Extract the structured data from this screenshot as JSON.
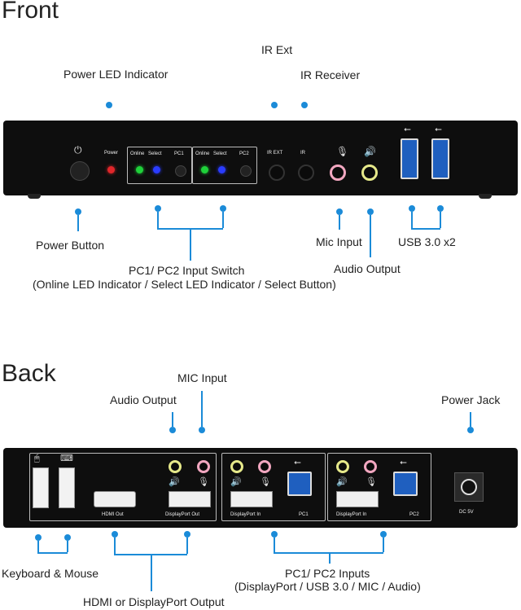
{
  "front": {
    "title": "Front",
    "labels": {
      "power_led": "Power LED Indicator",
      "ir_ext": "IR Ext",
      "ir_receiver": "IR Receiver",
      "power_button": "Power Button",
      "mic_input": "Mic Input",
      "usb": "USB 3.0 x2",
      "audio_output": "Audio Output",
      "switch_line1": "PC1/ PC2 Input Switch",
      "switch_line2": "(Online LED Indicator / Select LED Indicator / Select Button)"
    },
    "device": {
      "power": "Power",
      "online": "Online",
      "select": "Select",
      "pc1": "PC1",
      "pc2": "PC2",
      "ir_ext": "IR EXT",
      "ir": "IR"
    }
  },
  "back": {
    "title": "Back",
    "labels": {
      "mic_input": "MIC Input",
      "audio_output": "Audio Output",
      "power_jack": "Power Jack",
      "keyboard_mouse": "Keyboard & Mouse",
      "hdmi_dp_out": "HDMI or DisplayPort Output",
      "inputs_line1": "PC1/ PC2 Inputs",
      "inputs_line2": "(DisplayPort / USB 3.0 / MIC / Audio)"
    },
    "device": {
      "hdmi_out": "HDMI Out",
      "dp_out": "DisplayPort Out",
      "dp_in_1": "DisplayPort In",
      "pc1": "PC1",
      "dp_in_2": "DisplayPort In",
      "pc2": "PC2",
      "dc": "DC 5V"
    }
  },
  "colors": {
    "callout": "#1b8bd8",
    "led_red": "#e0262a",
    "led_green": "#1fd13a",
    "led_blue": "#2a3cff",
    "usb_blue": "#1f5fbf",
    "mic_jack": "#f2a7c0",
    "audio_jack": "#e6e98a"
  }
}
